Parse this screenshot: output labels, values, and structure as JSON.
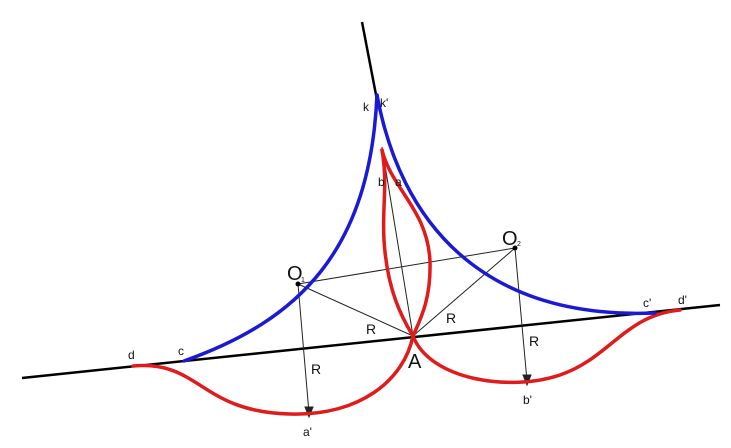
{
  "colors": {
    "line": "#000000",
    "blue_curve": "#1a1ad6",
    "red_curve": "#e01b1b",
    "construction": "#222222"
  },
  "labels": {
    "k": "k",
    "k_prime": "k'",
    "b": "b",
    "a": "a",
    "o1": "O",
    "o1_sub": "1",
    "o2": "O",
    "o2_sub": "2",
    "c": "c",
    "d": "d",
    "c_prime": "c'",
    "d_prime": "d'",
    "r_left": "R",
    "r_right": "R",
    "r_down_left": "R",
    "r_down_right": "R",
    "A": "A",
    "a_prime": "a'",
    "b_prime": "b'"
  }
}
